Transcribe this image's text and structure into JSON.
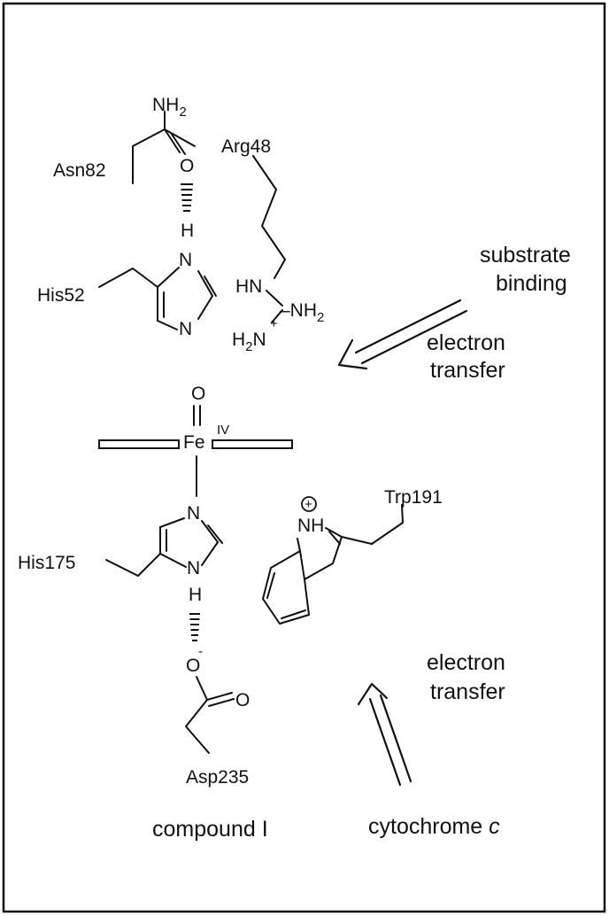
{
  "labels": {
    "asn82": "Asn82",
    "nh2_top": "NH",
    "nh2_top_sub": "2",
    "o_asn": "O",
    "h_his52": "H",
    "arg48": "Arg48",
    "his52": "His52",
    "n_his52_top": "N",
    "n_his52_bottom": "N",
    "hn": "HN",
    "nh2_arg": "–NH",
    "nh2_arg_sub": "2",
    "h2n": "H",
    "h2n_sub": "2",
    "h2n_n": "N",
    "plus": "+",
    "o_fe": "O",
    "fe": "Fe",
    "fe_ox": "IV",
    "his175": "His175",
    "n_his175_top": "N",
    "n_his175_bottom": "N",
    "h_his175": "H",
    "o_minus": "O",
    "minus": "-",
    "o_asp": "O",
    "asp235": "Asp235",
    "trp191": "Trp191",
    "nh_trp": "NH",
    "radical": "+",
    "compound": "compound I",
    "substrate_1": "substrate",
    "substrate_2": "binding",
    "et1_1": "electron",
    "et1_2": "transfer",
    "et2_1": "electron",
    "et2_2": "transfer",
    "cytochrome": "cytochrome ",
    "cytochrome_c": "c"
  }
}
